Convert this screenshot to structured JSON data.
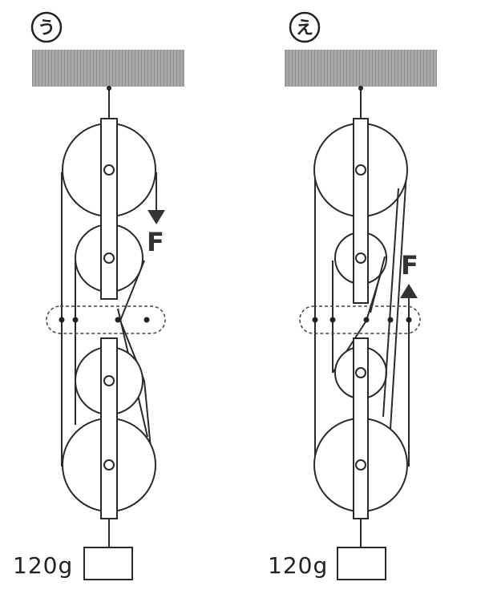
{
  "diagrams": [
    {
      "label": "う",
      "force_label": "F",
      "mass_label": "120g",
      "force_direction": "down"
    },
    {
      "label": "え",
      "force_label": "F",
      "mass_label": "120g",
      "force_direction": "up"
    }
  ],
  "colors": {
    "ceiling": "#9a9a9a",
    "line": "#2a2a2a",
    "arrow": "#333333",
    "dashed": "#444444"
  }
}
